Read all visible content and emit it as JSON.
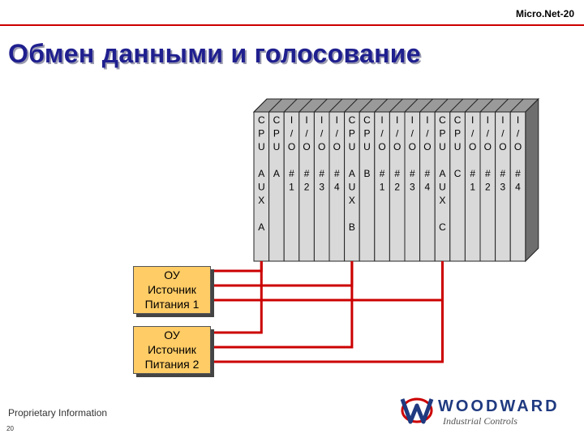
{
  "header": {
    "tag": "Micro.Net-20"
  },
  "title": "Обмен данными и голосование",
  "colors": {
    "title": "#1f1f8f",
    "rule": "#cc0000",
    "wire": "#cc0000",
    "box_fill": "#ffcc66"
  },
  "rack": {
    "cards": [
      [
        "C",
        "P",
        "U",
        "",
        "A",
        "U",
        "X",
        "",
        "A"
      ],
      [
        "C",
        "P",
        "U",
        "",
        "A"
      ],
      [
        "I",
        "/",
        "O",
        "",
        "#",
        "1"
      ],
      [
        "I",
        "/",
        "O",
        "",
        "#",
        "2"
      ],
      [
        "I",
        "/",
        "O",
        "",
        "#",
        "3"
      ],
      [
        "I",
        "/",
        "O",
        "",
        "#",
        "4"
      ],
      [
        "C",
        "P",
        "U",
        "",
        "A",
        "U",
        "X",
        "",
        "B"
      ],
      [
        "C",
        "P",
        "U",
        "",
        "B"
      ],
      [
        "I",
        "/",
        "O",
        "",
        "#",
        "1"
      ],
      [
        "I",
        "/",
        "O",
        "",
        "#",
        "2"
      ],
      [
        "I",
        "/",
        "O",
        "",
        "#",
        "3"
      ],
      [
        "I",
        "/",
        "O",
        "",
        "#",
        "4"
      ],
      [
        "C",
        "P",
        "U",
        "",
        "A",
        "U",
        "X",
        "",
        "C"
      ],
      [
        "C",
        "P",
        "U",
        "",
        "C"
      ],
      [
        "I",
        "/",
        "O",
        "",
        "#",
        "1"
      ],
      [
        "I",
        "/",
        "O",
        "",
        "#",
        "2"
      ],
      [
        "I",
        "/",
        "O",
        "",
        "#",
        "3"
      ],
      [
        "I",
        "/",
        "O",
        "",
        "#",
        "4"
      ]
    ]
  },
  "power_supplies": [
    {
      "line1": "ОУ",
      "line2": "Источник",
      "line3": "Питания 1"
    },
    {
      "line1": "ОУ",
      "line2": "Источник",
      "line3": "Питания 2"
    }
  ],
  "footer": {
    "info": "Proprietary Information",
    "page": "20"
  },
  "logo": {
    "name": "WOODWARD",
    "sub": "Industrial Controls"
  }
}
